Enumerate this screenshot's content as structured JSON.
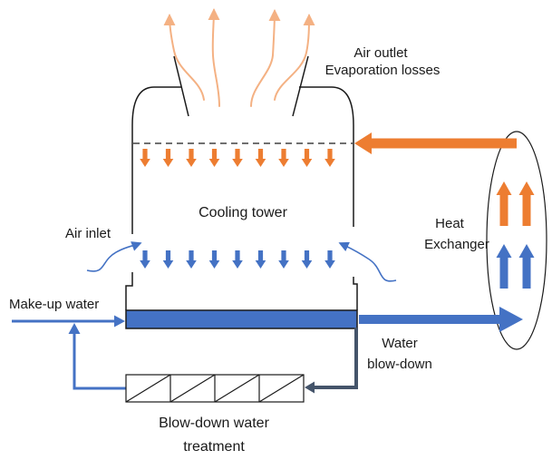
{
  "diagram": {
    "type": "process-flow-diagram",
    "subject": "Cooling tower water circuit",
    "labels": {
      "air_outlet_line1": "Air outlet",
      "air_outlet_line2": "Evaporation losses",
      "cooling_tower": "Cooling tower",
      "air_inlet": "Air inlet",
      "makeup_water": "Make-up water",
      "heat_exchanger_line1": "Heat",
      "heat_exchanger_line2": "Exchanger",
      "water_blowdown_line1": "Water",
      "water_blowdown_line2": "blow-down",
      "blowdown_treatment_line1": "Blow-down water",
      "blowdown_treatment_line2": "treatment"
    },
    "colors": {
      "orange": "#ED7D31",
      "light_orange": "#F4B183",
      "blue": "#4472C4",
      "dark_slate": "#44546A",
      "outline": "#1a1a1a",
      "text": "#1a1a1a",
      "background": "#ffffff"
    },
    "icons": {
      "evaporation": "wavy-up-arrow-light-orange",
      "hot_water_spray": "small-down-arrow-orange",
      "cooled_water_fall": "small-down-arrow-blue",
      "air_inlet_flow": "curved-arrow-blue",
      "hot_stream_to_tower": "thick-left-arrow-orange",
      "cold_stream_to_exchanger": "thick-right-arrow-blue",
      "exchanger_hot_side": "up-arrow-orange",
      "exchanger_cold_side": "up-arrow-blue",
      "treatment_unit": "hatched-box-4-cells"
    },
    "counts": {
      "evaporation_arrows": 4,
      "hot_spray_arrows": 9,
      "cooled_fall_arrows": 9,
      "exchanger_orange_arrows": 2,
      "exchanger_blue_arrows": 2,
      "treatment_cells": 4
    }
  }
}
